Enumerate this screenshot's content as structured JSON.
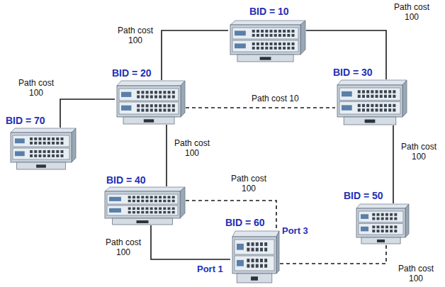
{
  "diagram": {
    "nodes": [
      {
        "text": [
          "BID = 10"
        ]
      },
      {
        "text": [
          "BID = 20"
        ]
      },
      {
        "text": [
          "BID = 30"
        ]
      },
      {
        "text": [
          "BID = 70"
        ]
      },
      {
        "text": [
          "BID = 40"
        ]
      },
      {
        "text": [
          "BID = 50"
        ]
      },
      {
        "text": [
          "BID = 60"
        ]
      }
    ],
    "edges": [
      {
        "from": 0,
        "to": 1,
        "arrow": "none",
        "label": "Path cost 100"
      },
      {
        "from": 0,
        "to": 2,
        "arrow": "none",
        "label": "Path cost 100"
      },
      {
        "from": 1,
        "to": 3,
        "arrow": "none",
        "label": "Path cost 100"
      },
      {
        "from": 1,
        "to": 2,
        "arrow": "none",
        "label": "Path cost 10"
      },
      {
        "from": 1,
        "to": 4,
        "arrow": "none",
        "label": "Path cost 100"
      },
      {
        "from": 2,
        "to": 5,
        "arrow": "none",
        "label": "Path cost 100"
      },
      {
        "from": 4,
        "to": 6,
        "arrow": "none",
        "label": "Path cost 100"
      },
      {
        "from": 4,
        "to": 6,
        "arrow": "none",
        "label": "Path cost 100"
      },
      {
        "from": 6,
        "to": 5,
        "arrow": "none",
        "label": "Path cost 100"
      }
    ],
    "labels": [
      "Port 3",
      "Port 1"
    ]
  }
}
